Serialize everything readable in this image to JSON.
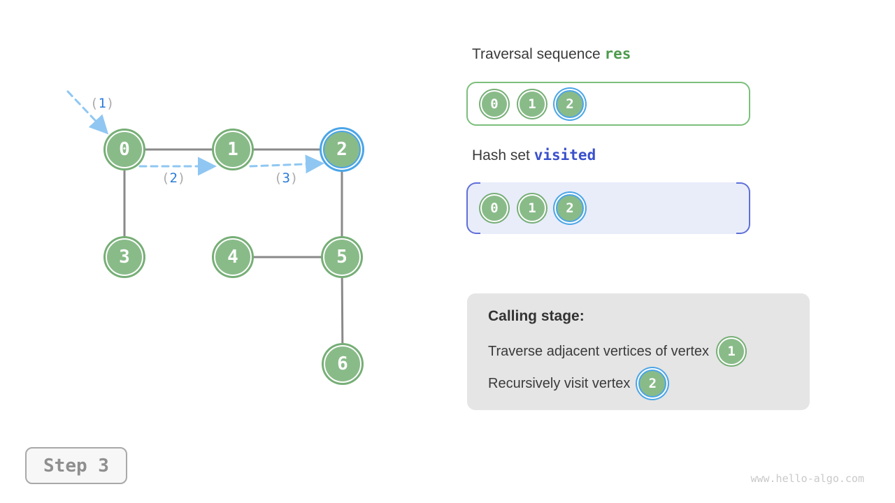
{
  "colors": {
    "node_fill": "#89BB89",
    "node_ring": "#76AE76",
    "highlight_blue": "#4BA5E7",
    "arrow_blue": "#8FC7F2",
    "arrow_label_blue": "#2B7CD9",
    "paren_gray": "#ABABAB",
    "edge_gray": "#8A8A8A",
    "res_green": "#4C9B4C",
    "visited_blue": "#3A50CC",
    "hash_border_blue": "#5F6FD8",
    "hash_bg": "#E9EDFA",
    "panel_bg": "#E5E5E5",
    "text_dark": "#3A3A3A",
    "step_gray": "#8F8F8F",
    "watermark_gray": "#C9C9C9",
    "box_green_border": "#7CBF7C"
  },
  "titles": {
    "traversal_label": "Traversal sequence",
    "traversal_code": "res",
    "hashset_label": "Hash set",
    "hashset_code": "visited"
  },
  "res_box": {
    "items": [
      {
        "label": "0",
        "highlighted": false
      },
      {
        "label": "1",
        "highlighted": false
      },
      {
        "label": "2",
        "highlighted": true
      }
    ]
  },
  "visited_box": {
    "items": [
      {
        "label": "0",
        "highlighted": false
      },
      {
        "label": "1",
        "highlighted": false
      },
      {
        "label": "2",
        "highlighted": true
      }
    ]
  },
  "calling_panel": {
    "heading": "Calling stage:",
    "lines": [
      {
        "text": "Traverse adjacent vertices of vertex",
        "node_label": "1",
        "node_highlighted": false
      },
      {
        "text": "Recursively visit vertex",
        "node_label": "2",
        "node_highlighted": true
      }
    ]
  },
  "graph": {
    "nodes": [
      {
        "id": 0,
        "label": "0",
        "highlighted": false
      },
      {
        "id": 1,
        "label": "1",
        "highlighted": false
      },
      {
        "id": 2,
        "label": "2",
        "highlighted": true
      },
      {
        "id": 3,
        "label": "3",
        "highlighted": false
      },
      {
        "id": 4,
        "label": "4",
        "highlighted": false
      },
      {
        "id": 5,
        "label": "5",
        "highlighted": false
      },
      {
        "id": 6,
        "label": "6",
        "highlighted": false
      }
    ],
    "edges": [
      [
        0,
        1
      ],
      [
        1,
        2
      ],
      [
        0,
        3
      ],
      [
        2,
        5
      ],
      [
        4,
        5
      ],
      [
        5,
        6
      ]
    ],
    "arrow_labels": [
      {
        "open": "(",
        "num": "1",
        "close": ")"
      },
      {
        "open": "(",
        "num": "2",
        "close": ")"
      },
      {
        "open": "(",
        "num": "3",
        "close": ")"
      }
    ]
  },
  "step_badge": "Step 3",
  "watermark": "www.hello-algo.com"
}
